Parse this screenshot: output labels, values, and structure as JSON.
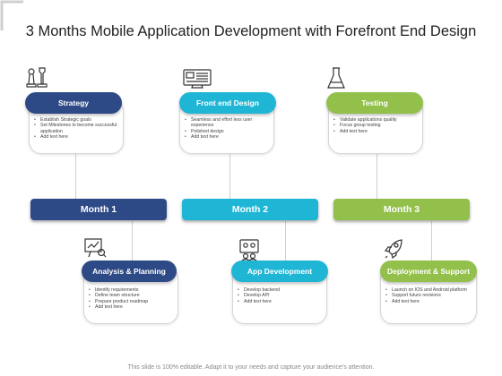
{
  "title": "3 Months Mobile Application Development with Forefront End Design",
  "footer": "This slide is 100% editable. Adapt it to your needs and capture your audience's attention.",
  "colors": {
    "navy": "#2e4a86",
    "cyan": "#1fb6d6",
    "green": "#92c04a",
    "line": "#cfcfcf"
  },
  "months": [
    {
      "label": "Month 1",
      "color": "#2e4a86",
      "icon": "chess-icon"
    },
    {
      "label": "Month 2",
      "color": "#1fb6d6",
      "icon": "computer-icon"
    },
    {
      "label": "Month 3",
      "color": "#92c04a",
      "icon": "flask-icon"
    }
  ],
  "top_cards": [
    {
      "heading": "Strategy",
      "items": [
        "Establish Strategic goals",
        "Set Milestones to become successful application",
        "Add text here"
      ]
    },
    {
      "heading": "Front end Design",
      "items": [
        "Seamless and effort less user experience",
        "Polished design",
        "Add text here"
      ]
    },
    {
      "heading": "Testing",
      "items": [
        "Validate applications quality",
        "Focus group testing",
        "Add text here"
      ]
    }
  ],
  "bottom_cards": [
    {
      "heading": "Analysis & Planning",
      "items": [
        "Identify requirements",
        "Define team structure",
        "Prepare product roadmap",
        "Add text here"
      ]
    },
    {
      "heading": "App Development",
      "items": [
        "Develop backend",
        "Develop API",
        "Add text here"
      ]
    },
    {
      "heading": "Deployment & Support",
      "items": [
        "Launch on IOS and Android platform",
        "Support future revisions",
        "Add text here"
      ]
    }
  ],
  "bottom_icons": [
    "presentation-chart-icon",
    "team-device-icon",
    "rocket-icon"
  ]
}
